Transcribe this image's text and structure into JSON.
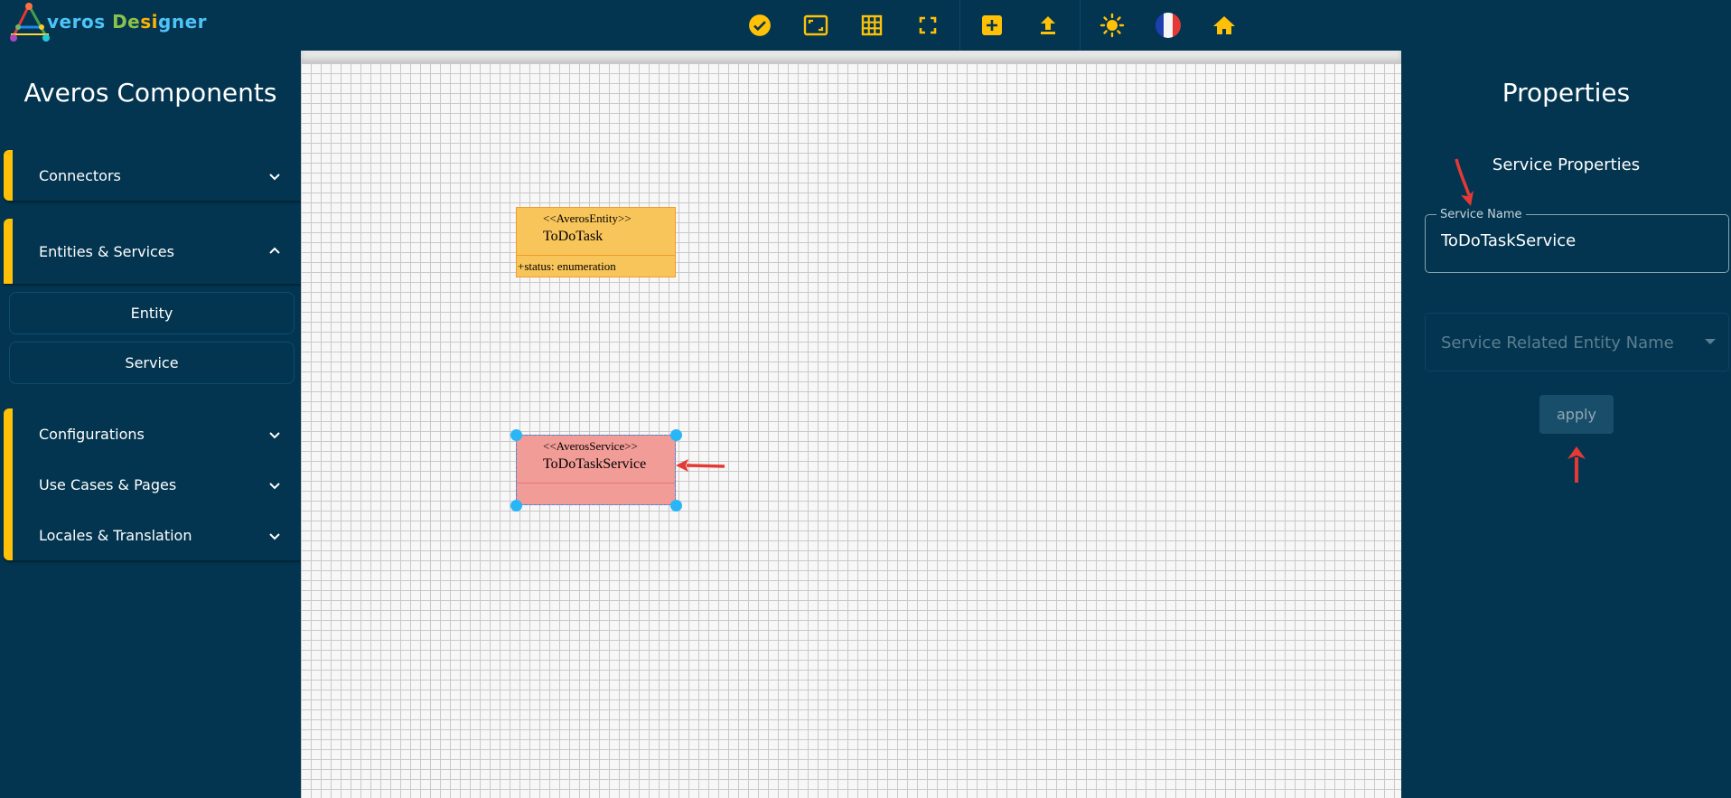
{
  "app": {
    "title_parts": [
      "veros",
      " De",
      "si",
      "gner"
    ],
    "logo_letter": "A"
  },
  "toolbar": {
    "icons": [
      "check-circle-icon",
      "fit-screen-icon",
      "grid-icon",
      "fullscreen-icon",
      "add-box-icon",
      "upload-icon",
      "sun-icon",
      "french-flag-icon",
      "home-icon"
    ],
    "accent_color": "#ffc107"
  },
  "sidebar": {
    "title": "Averos Components",
    "panels": [
      {
        "label": "Connectors",
        "expanded": false
      },
      {
        "label": "Entities & Services",
        "expanded": true,
        "items": [
          "Entity",
          "Service"
        ]
      },
      {
        "label": "Configurations",
        "expanded": false
      },
      {
        "label": "Use Cases & Pages",
        "expanded": false
      },
      {
        "label": "Locales & Translation",
        "expanded": false
      }
    ]
  },
  "diagram": {
    "entity": {
      "stereotype": "<<AverosEntity>>",
      "name": "ToDoTask",
      "attribute": "+status: enumeration",
      "fill": "#f8c55a"
    },
    "service": {
      "stereotype": "<<AverosService>>",
      "name": "ToDoTaskService",
      "fill": "#f29c97"
    }
  },
  "properties": {
    "title": "Properties",
    "subtitle": "Service Properties",
    "service_name_label": "Service Name",
    "service_name_value": "ToDoTaskService",
    "related_entity_placeholder": "Service Related Entity Name",
    "apply_label": "apply"
  }
}
